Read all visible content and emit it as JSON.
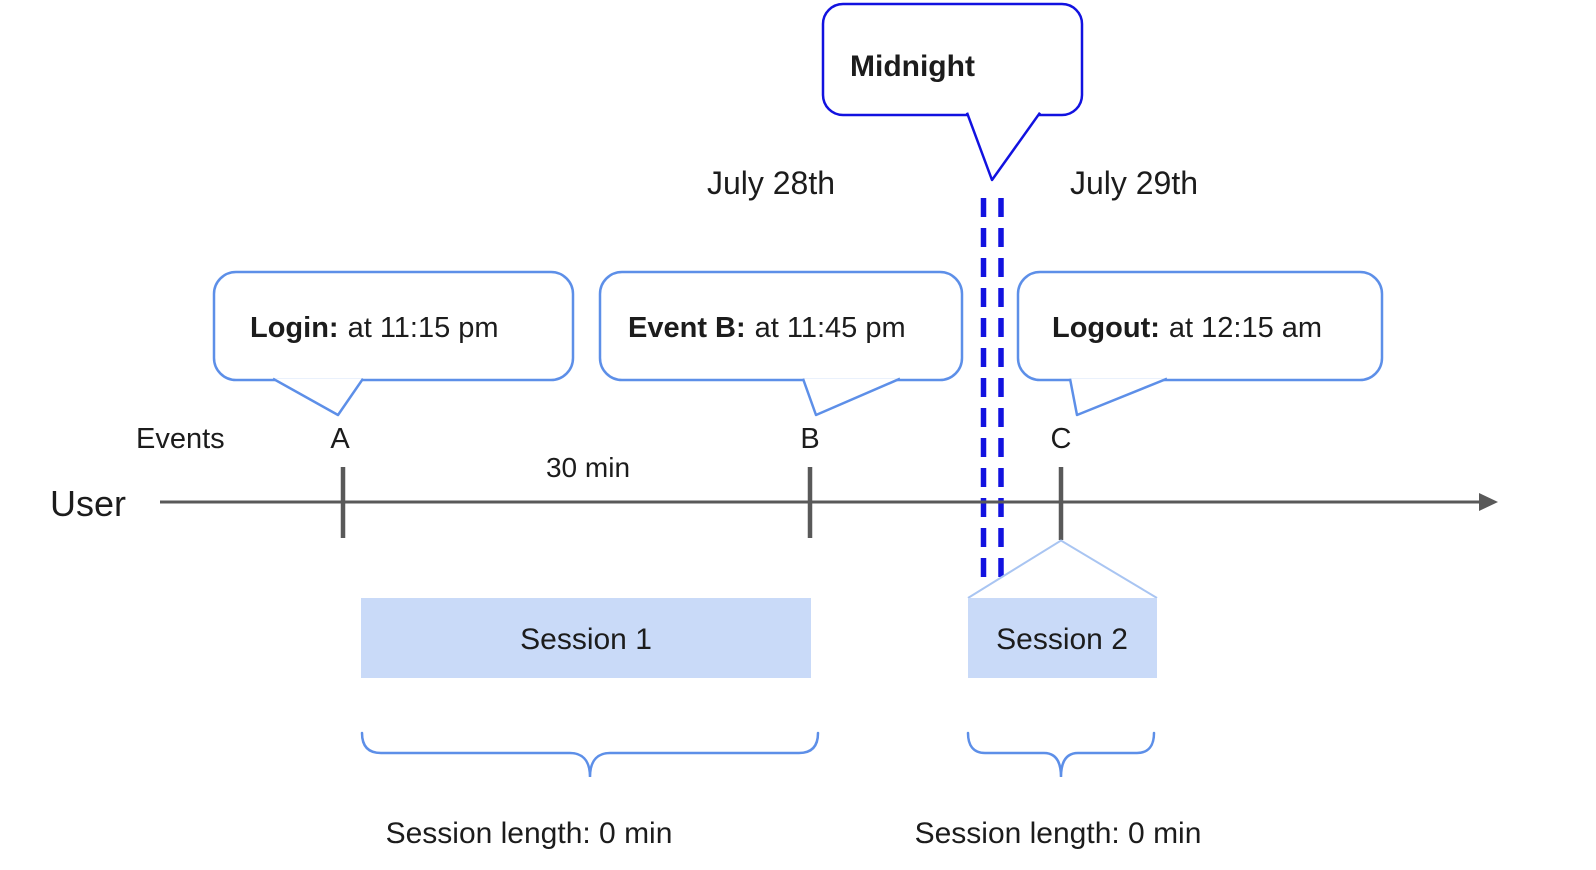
{
  "title": "User session timeline diagram",
  "colors": {
    "primary_blue": "#1212e0",
    "callout_blue": "#5d8fe8",
    "session_fill": "#c9daf8",
    "roof_blue": "#a9c5f2",
    "axis_gray": "#595959"
  },
  "midnight_callout": {
    "label": "Midnight"
  },
  "dates": {
    "before": "July 28th",
    "after": "July 29th"
  },
  "event_callouts": [
    {
      "label": "Login:",
      "value": "at 11:15 pm"
    },
    {
      "label": "Event B:",
      "value": "at 11:45 pm"
    },
    {
      "label": "Logout:",
      "value": "at 12:15 am"
    }
  ],
  "timeline": {
    "events_label": "Events",
    "user_label": "User",
    "markers": [
      "A",
      "B",
      "C"
    ],
    "interval_label": "30 min"
  },
  "sessions": [
    {
      "name": "Session 1",
      "length_label": "Session length: 0 min"
    },
    {
      "name": "Session 2",
      "length_label": "Session length: 0 min"
    }
  ]
}
